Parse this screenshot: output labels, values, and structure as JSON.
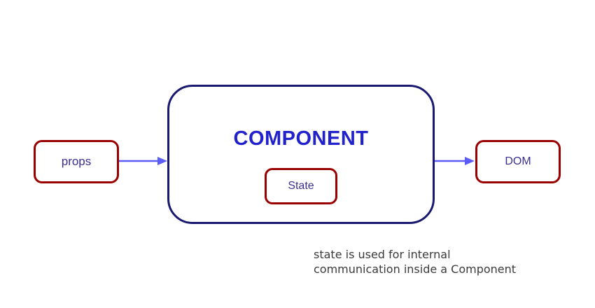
{
  "diagram": {
    "nodes": {
      "props": {
        "label": "props"
      },
      "component": {
        "label": "COMPONENT"
      },
      "state": {
        "label": "State"
      },
      "dom": {
        "label": "DOM"
      }
    },
    "arrows": [
      {
        "name": "props-to-component",
        "from": "props",
        "to": "component"
      },
      {
        "name": "component-to-dom",
        "from": "component",
        "to": "dom"
      }
    ],
    "caption": {
      "line1": "state is used for internal",
      "line2": "communication inside a Component"
    },
    "colors": {
      "node_border_red": "#990000",
      "component_border_navy": "#191970",
      "component_title_blue": "#2222cc",
      "node_text_indigo": "#3a2f8f",
      "arrow_blue": "#5b5bf7",
      "caption_gray": "#3a3a3a",
      "background": "#ffffff"
    }
  }
}
